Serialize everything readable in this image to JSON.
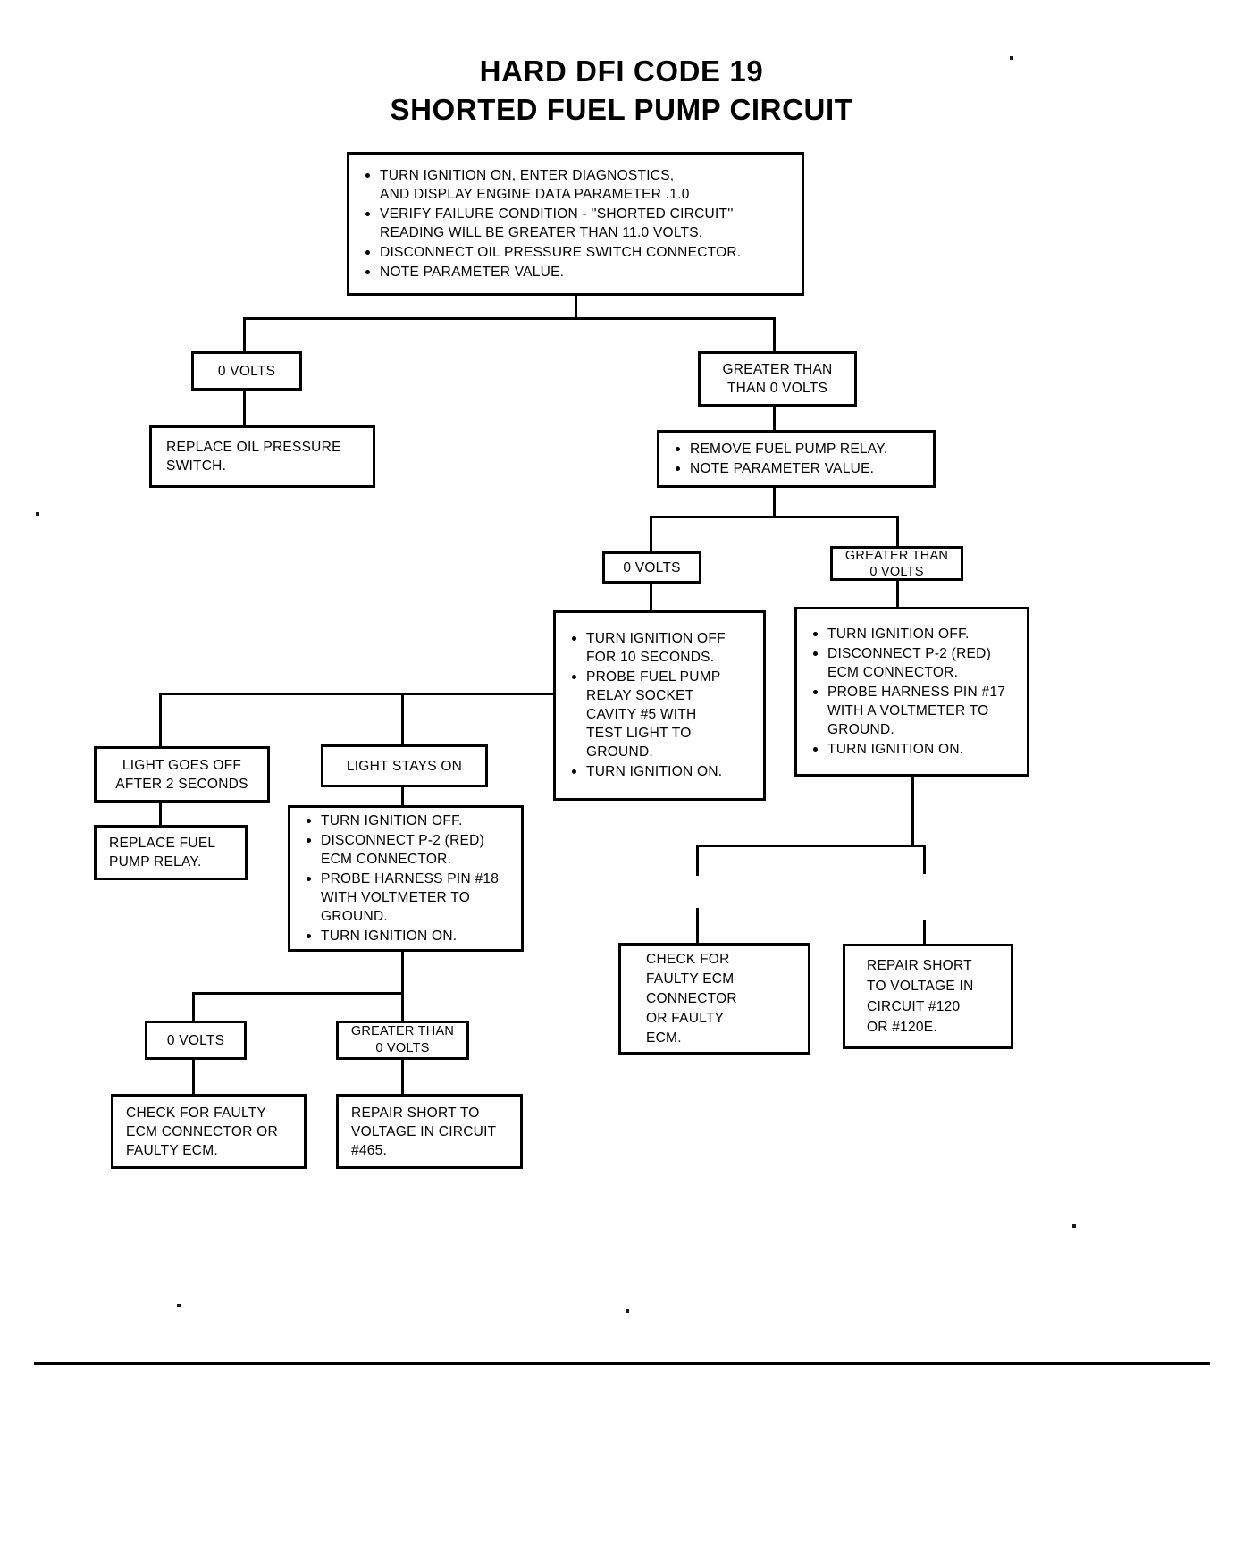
{
  "title": {
    "line1": "HARD DFI CODE 19",
    "line2": "SHORTED FUEL PUMP CIRCUIT"
  },
  "chart_data": {
    "type": "diagram",
    "diagram_kind": "troubleshooting-flowchart",
    "title": "HARD DFI CODE 19 SHORTED FUEL PUMP CIRCUIT",
    "nodes": [
      {
        "id": "n1",
        "kind": "action",
        "bullets": [
          "TURN IGNITION ON, ENTER DIAGNOSTICS,\nAND DISPLAY ENGINE DATA PARAMETER .1.0",
          "VERIFY FAILURE CONDITION - ''SHORTED CIRCUIT''\nREADING WILL BE GREATER THAN 11.0 VOLTS.",
          "DISCONNECT OIL PRESSURE SWITCH CONNECTOR.",
          "NOTE PARAMETER VALUE."
        ]
      },
      {
        "id": "n2",
        "kind": "result",
        "text": "0 VOLTS"
      },
      {
        "id": "n3",
        "kind": "result",
        "text": "GREATER THAN\nTHAN 0 VOLTS"
      },
      {
        "id": "n4",
        "kind": "outcome",
        "text": "REPLACE OIL PRESSURE\nSWITCH."
      },
      {
        "id": "n5",
        "kind": "action",
        "bullets": [
          "REMOVE FUEL PUMP RELAY.",
          "NOTE PARAMETER VALUE."
        ]
      },
      {
        "id": "n6",
        "kind": "result",
        "text": "0 VOLTS"
      },
      {
        "id": "n7",
        "kind": "result",
        "text": "GREATER THAN\n0 VOLTS"
      },
      {
        "id": "n8",
        "kind": "action",
        "bullets": [
          "TURN IGNITION OFF\nFOR 10 SECONDS.",
          "PROBE FUEL PUMP\nRELAY SOCKET\nCAVITY  #5  WITH\nTEST LIGHT TO\nGROUND.",
          "TURN IGNITION ON."
        ]
      },
      {
        "id": "n9",
        "kind": "action",
        "bullets": [
          "TURN IGNITION OFF.",
          "DISCONNECT P-2 (RED)\nECM CONNECTOR.",
          "PROBE HARNESS PIN #17\nWITH A VOLTMETER TO\nGROUND.",
          "TURN IGNITION ON."
        ]
      },
      {
        "id": "n10",
        "kind": "result",
        "text": "LIGHT GOES OFF\nAFTER 2 SECONDS"
      },
      {
        "id": "n11",
        "kind": "result",
        "text": "LIGHT STAYS ON"
      },
      {
        "id": "n12",
        "kind": "outcome",
        "text": "REPLACE FUEL\nPUMP RELAY."
      },
      {
        "id": "n13",
        "kind": "action",
        "bullets": [
          "TURN IGNITION OFF.",
          "DISCONNECT P-2 (RED)\nECM CONNECTOR.",
          "PROBE HARNESS PIN #18\nWITH VOLTMETER TO\nGROUND.",
          "TURN IGNITION ON."
        ]
      },
      {
        "id": "n14",
        "kind": "result",
        "text": "0 VOLTS"
      },
      {
        "id": "n15",
        "kind": "result",
        "text": "GREATER THAN\n0 VOLTS"
      },
      {
        "id": "n16",
        "kind": "outcome",
        "text": "CHECK FOR\nFAULTY ECM\nCONNECTOR\nOR FAULTY\nECM."
      },
      {
        "id": "n17",
        "kind": "outcome",
        "text": "REPAIR SHORT\nTO VOLTAGE IN\nCIRCUIT #120\nOR #120E."
      },
      {
        "id": "n18",
        "kind": "outcome",
        "text": "CHECK FOR FAULTY\nECM CONNECTOR OR\nFAULTY ECM."
      },
      {
        "id": "n19",
        "kind": "outcome",
        "text": "REPAIR SHORT TO\nVOLTAGE IN CIRCUIT\n#465."
      }
    ],
    "edges": [
      {
        "from": "n1",
        "to": "n2"
      },
      {
        "from": "n1",
        "to": "n3"
      },
      {
        "from": "n2",
        "to": "n4"
      },
      {
        "from": "n3",
        "to": "n5"
      },
      {
        "from": "n5",
        "to": "n6"
      },
      {
        "from": "n5",
        "to": "n7"
      },
      {
        "from": "n6",
        "to": "n8"
      },
      {
        "from": "n7",
        "to": "n9"
      },
      {
        "from": "n8",
        "to": "n10"
      },
      {
        "from": "n8",
        "to": "n11"
      },
      {
        "from": "n10",
        "to": "n12"
      },
      {
        "from": "n11",
        "to": "n13"
      },
      {
        "from": "n13",
        "to": "n14"
      },
      {
        "from": "n13",
        "to": "n15"
      },
      {
        "from": "n14",
        "to": "n18"
      },
      {
        "from": "n15",
        "to": "n19"
      },
      {
        "from": "n9",
        "to": "n16"
      },
      {
        "from": "n9",
        "to": "n17"
      }
    ]
  },
  "boxes": {
    "n1": {
      "b0": "TURN IGNITION ON, ENTER DIAGNOSTICS,\nAND DISPLAY ENGINE DATA PARAMETER .1.0",
      "b1": "VERIFY FAILURE CONDITION - ''SHORTED CIRCUIT''\nREADING WILL BE GREATER THAN 11.0 VOLTS.",
      "b2": "DISCONNECT OIL PRESSURE SWITCH CONNECTOR.",
      "b3": "NOTE PARAMETER VALUE."
    },
    "n2": {
      "text": "0 VOLTS"
    },
    "n3": {
      "text": "GREATER THAN\nTHAN 0 VOLTS"
    },
    "n4": {
      "text": "REPLACE OIL PRESSURE\nSWITCH."
    },
    "n5": {
      "b0": "REMOVE FUEL PUMP RELAY.",
      "b1": "NOTE PARAMETER VALUE."
    },
    "n6": {
      "text": "0 VOLTS"
    },
    "n7": {
      "text": "GREATER THAN\n0 VOLTS"
    },
    "n8": {
      "b0": "TURN IGNITION OFF\nFOR 10 SECONDS.",
      "b1": "PROBE FUEL PUMP\nRELAY SOCKET\nCAVITY  #5  WITH\nTEST LIGHT TO\nGROUND.",
      "b2": "TURN IGNITION ON."
    },
    "n9": {
      "b0": "TURN IGNITION OFF.",
      "b1": "DISCONNECT P-2 (RED)\nECM CONNECTOR.",
      "b2": "PROBE HARNESS PIN #17\nWITH A VOLTMETER TO\nGROUND.",
      "b3": "TURN IGNITION ON."
    },
    "n10": {
      "text": "LIGHT GOES OFF\nAFTER 2 SECONDS"
    },
    "n11": {
      "text": "LIGHT STAYS ON"
    },
    "n12": {
      "text": "REPLACE FUEL\nPUMP RELAY."
    },
    "n13": {
      "b0": "TURN IGNITION OFF.",
      "b1": "DISCONNECT P-2 (RED)\nECM CONNECTOR.",
      "b2": "PROBE HARNESS PIN #18\nWITH VOLTMETER TO\nGROUND.",
      "b3": "TURN IGNITION ON."
    },
    "n14": {
      "text": "0 VOLTS"
    },
    "n15": {
      "text": "GREATER THAN\n0 VOLTS"
    },
    "n16": {
      "text": "CHECK FOR\nFAULTY ECM\nCONNECTOR\nOR FAULTY\nECM."
    },
    "n17": {
      "text": "REPAIR SHORT\nTO VOLTAGE IN\nCIRCUIT #120\nOR #120E."
    },
    "n18": {
      "text": "CHECK FOR FAULTY\nECM CONNECTOR OR\nFAULTY ECM."
    },
    "n19": {
      "text": "REPAIR SHORT TO\nVOLTAGE IN CIRCUIT\n#465."
    }
  },
  "colors": {
    "ink": "#000000",
    "paper": "#ffffff"
  }
}
